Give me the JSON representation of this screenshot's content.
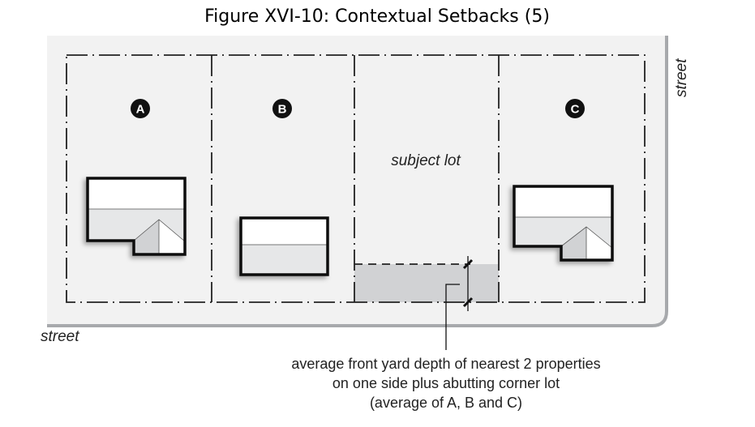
{
  "title": "Figure XVI-10: Contextual Setbacks (5)",
  "labels": {
    "a": "A",
    "b": "B",
    "c": "C"
  },
  "subject_lot": "subject lot",
  "street_bottom": "street",
  "street_right": "street",
  "annotation": [
    "average front yard depth of nearest 2 properties",
    "on one side plus abutting corner lot",
    "(average of A, B and C)"
  ],
  "colors": {
    "panel": "#f2f2f2",
    "yard": "#d1d2d4",
    "house_lower": "#e6e7e8",
    "panel_edge": "#a7a9ac"
  }
}
